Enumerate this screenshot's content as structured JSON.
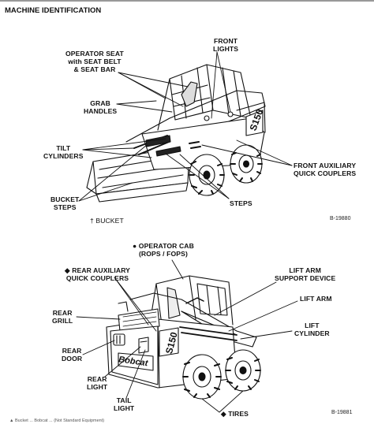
{
  "header": {
    "title": "MACHINE IDENTIFICATION"
  },
  "front_view": {
    "figure_number": "B-19880",
    "labels": {
      "operator_seat": [
        "OPERATOR SEAT",
        "with SEAT BELT",
        "& SEAT BAR"
      ],
      "front_lights": [
        "FRONT",
        "LIGHTS"
      ],
      "grab_handles": [
        "GRAB",
        "HANDLES"
      ],
      "tilt_cylinders": [
        "TILT",
        "CYLINDERS"
      ],
      "front_aux": [
        "FRONT AUXILIARY",
        "QUICK COUPLERS"
      ],
      "bucket_steps": [
        "BUCKET",
        "STEPS"
      ],
      "steps": "STEPS",
      "bucket": "† BUCKET"
    },
    "model_decal": "S150"
  },
  "rear_view": {
    "figure_number": "B-19881",
    "labels": {
      "operator_cab": [
        "● OPERATOR CAB",
        "(ROPS / FOPS)"
      ],
      "rear_aux": [
        "◆ REAR AUXILIARY",
        "QUICK COUPLERS"
      ],
      "lift_arm_support": [
        "LIFT ARM",
        "SUPPORT DEVICE"
      ],
      "lift_arm": "LIFT ARM",
      "rear_grill": [
        "REAR",
        "GRILL"
      ],
      "lift_cylinder": [
        "LIFT",
        "CYLINDER"
      ],
      "rear_door": [
        "REAR",
        "DOOR"
      ],
      "rear_light": [
        "REAR",
        "LIGHT"
      ],
      "tail_light": [
        "TAIL",
        "LIGHT"
      ],
      "tires": "◆ TIRES"
    },
    "model_decal": "S150",
    "brand_decal": "Bobcat"
  },
  "footer": {
    "text": "▲ Bucket ... Bobcat ... (Not Standard Equipment)"
  }
}
